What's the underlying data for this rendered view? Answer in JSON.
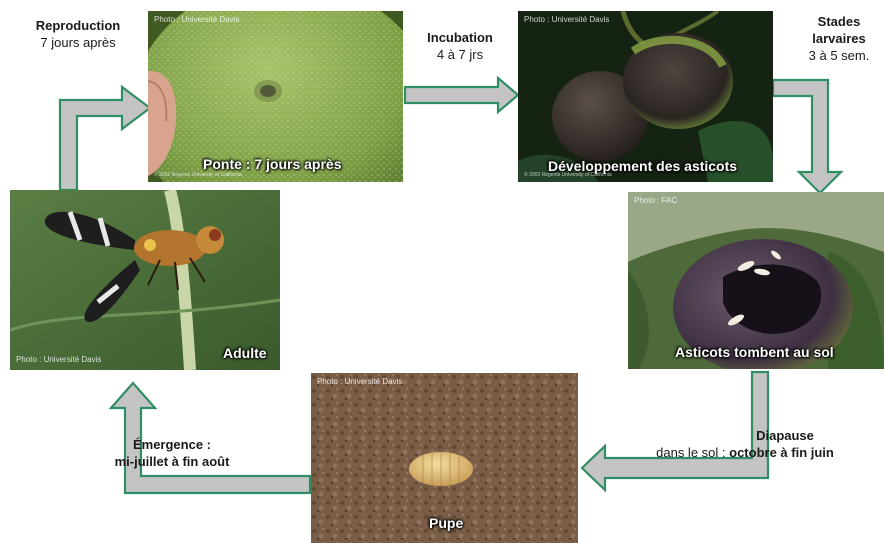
{
  "colors": {
    "arrow_fill": "#c4c4c4",
    "arrow_stroke": "#2f8e63",
    "caption_text": "#ffffff"
  },
  "photos": {
    "ponte": {
      "credit": "Photo : Université Davis",
      "caption": "Ponte : 7 jours après",
      "copyright": "© 2003 Regents University of California"
    },
    "developpement": {
      "credit": "Photo : Université Davis",
      "caption": "Développement des asticots",
      "copyright": "© 2003 Regents University of California"
    },
    "asticots": {
      "credit": "Photo : FAC",
      "caption": "Asticots tombent au sol"
    },
    "pupe": {
      "credit": "Photo : Université Davis",
      "caption": "Pupe"
    },
    "adulte": {
      "credit": "Photo : Université Davis",
      "caption": "Adulte"
    }
  },
  "stages": {
    "reproduction": {
      "title": "Reproduction",
      "detail": "7 jours après"
    },
    "incubation": {
      "title": "Incubation",
      "detail": "4 à 7 jrs"
    },
    "larval": {
      "title_line1": "Stades",
      "title_line2": "larvaires",
      "detail": "3 à 5 sem."
    },
    "diapause": {
      "title": "Diapause",
      "detail_prefix": "dans le sol : ",
      "detail_bold": "octobre à fin juin"
    },
    "emergence": {
      "title": "Émergence :",
      "detail": "mi-juillet à fin août"
    }
  }
}
